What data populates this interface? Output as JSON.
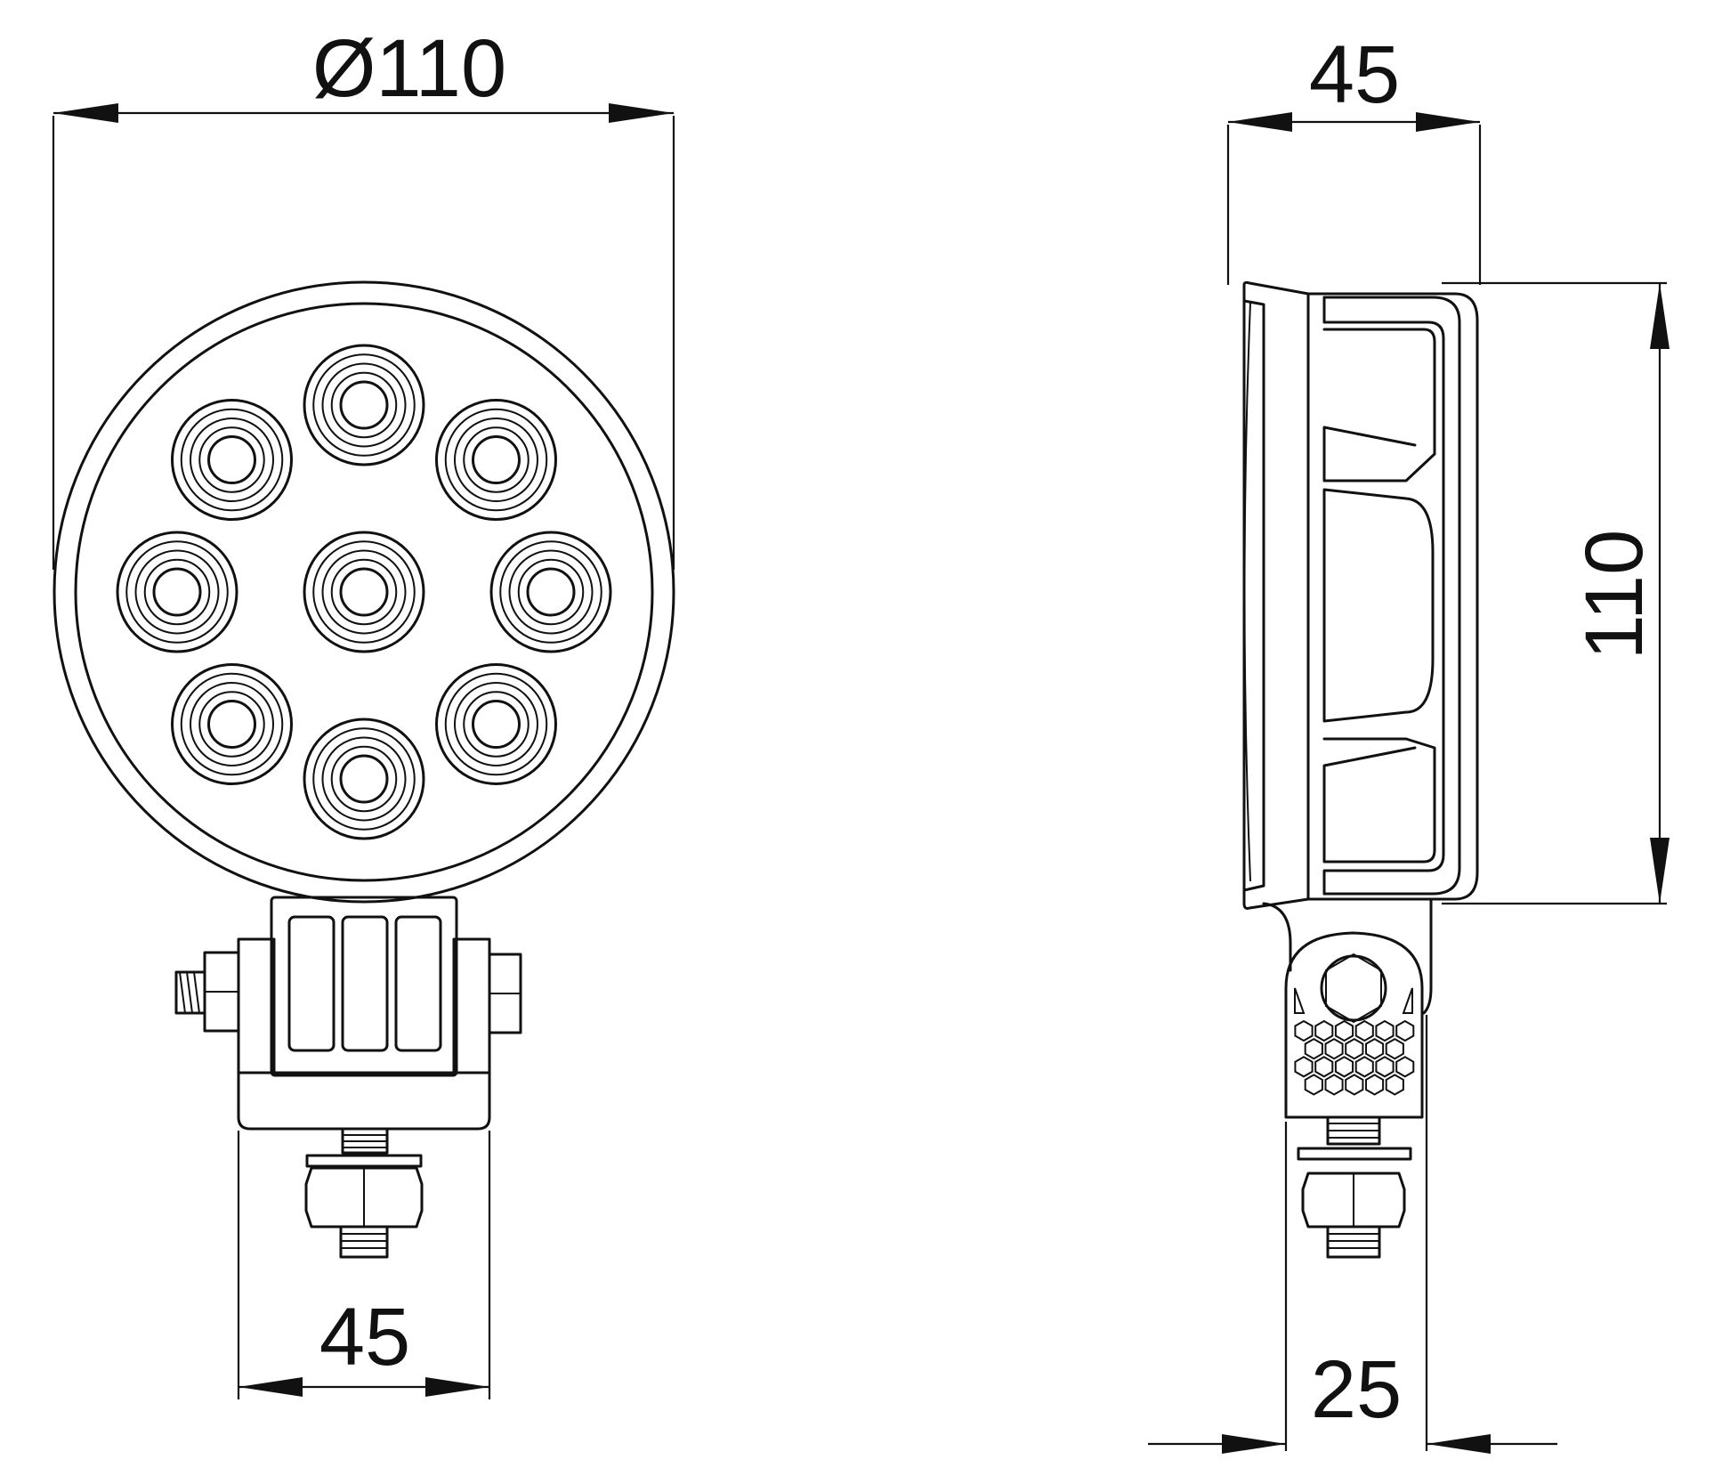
{
  "dimensions": {
    "front_diameter": "Ø110",
    "front_bracket_width": "45",
    "side_depth": "45",
    "side_height": "110",
    "side_bracket_width": "25"
  },
  "colors": {
    "ink": "#111111",
    "background": "#ffffff"
  },
  "led_count": 9
}
